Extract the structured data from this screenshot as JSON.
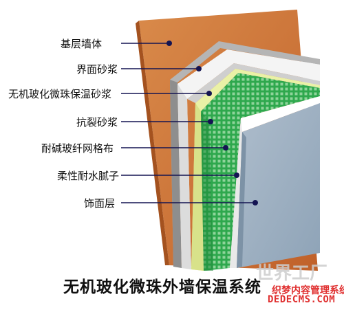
{
  "diagram": {
    "caption": "无机玻化微珠外墙保温系统",
    "layers": [
      {
        "label": "基层墙体"
      },
      {
        "label": "界面砂浆"
      },
      {
        "label": "无机玻化微珠保温砂浆"
      },
      {
        "label": "抗裂砂浆"
      },
      {
        "label": "耐碱玻纤网格布"
      },
      {
        "label": "柔性耐水腻子"
      },
      {
        "label": "饰面层"
      }
    ]
  },
  "watermark": {
    "brand": "世界工厂",
    "site_name": "织梦内容管理系统",
    "site_url": "DEDECMS.COM"
  },
  "colors": {
    "wall": "#cc7030",
    "interface": "#a9a9a9",
    "insulation": "#f6f6f6",
    "anti_crack": "#e8f0a0",
    "mesh": "#2aa84a",
    "putty": "#ffffff",
    "finish": "#9fb2c3",
    "leader": "#141452"
  }
}
